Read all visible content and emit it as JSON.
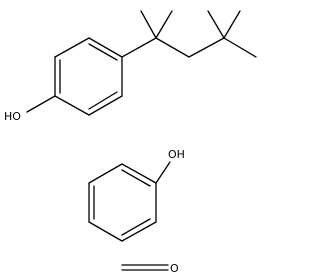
{
  "molecules": [
    {
      "atom_labels": [
        "HO"
      ]
    },
    {
      "atom_labels": [
        "OH"
      ]
    },
    {
      "atom_labels": [
        "O"
      ]
    }
  ]
}
